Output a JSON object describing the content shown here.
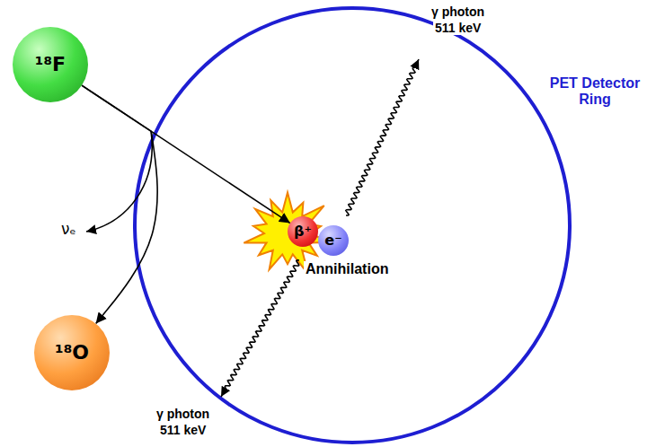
{
  "diagram": {
    "nodes": [
      {
        "text": [
          "¹⁸F"
        ]
      },
      {
        "text": [
          "¹⁸O"
        ]
      },
      {
        "text": [
          "β⁺"
        ]
      },
      {
        "text": [
          "e⁻"
        ]
      }
    ],
    "edges": [
      {
        "from": 0,
        "to": 2,
        "arrow": "to"
      },
      {
        "from": 0,
        "to": 1,
        "arrow": "to"
      }
    ],
    "labels": [
      "γ photon",
      "511 keV",
      "νₑ",
      "PET Detector Ring",
      "Annihilation",
      "γ photon",
      "511 keV"
    ]
  }
}
